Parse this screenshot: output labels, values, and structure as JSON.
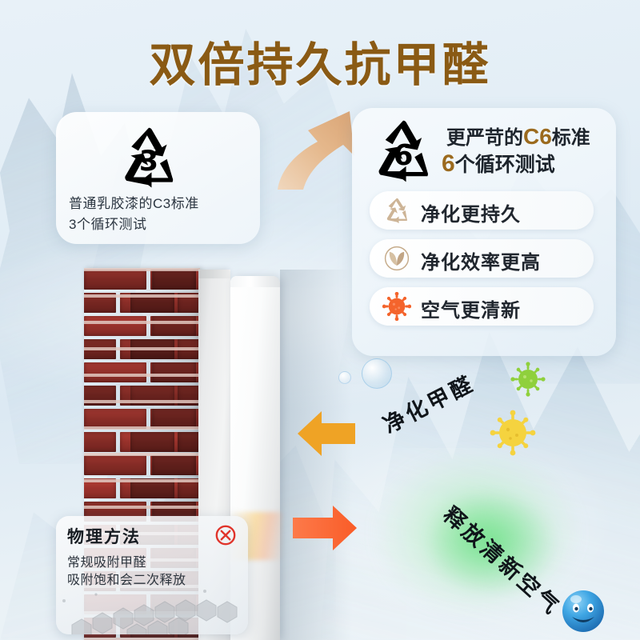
{
  "page": {
    "title": "双倍持久抗甲醛",
    "title_color": "#8a5a14",
    "background_style": "ink-wash-mountain-light-blue"
  },
  "left_card": {
    "icon": "recycle-3-icon",
    "line1": "普通乳胶漆的C3标准",
    "line2": "3个循环测试",
    "badge_number": "3"
  },
  "right_card": {
    "icon": "recycle-6-icon",
    "badge_number": "6",
    "heading_line1_prefix": "更严苛的",
    "heading_line1_accent": "C6",
    "heading_line1_suffix": "标准",
    "heading_line2_accent": "6",
    "heading_line2_suffix": "个循环测试",
    "accent_color": "#9b6a1e",
    "features": [
      {
        "icon": "recycle-icon",
        "label": "净化更持久",
        "icon_color": "#cbb294"
      },
      {
        "icon": "leaf-check-circle-icon",
        "label": "净化效率更高",
        "icon_color": "#c6ab8a"
      },
      {
        "icon": "virus-icon",
        "label": "空气更清新",
        "icon_color": "#f4642c"
      }
    ]
  },
  "bottom_card": {
    "title": "物理方法",
    "line1": "常规吸附甲醛",
    "line2": "吸附饱和会二次释放",
    "mark": "x-circle-icon",
    "mark_color": "#e0342b"
  },
  "annotations": {
    "purify": "净化甲醛",
    "release": "释放清新空气"
  },
  "arrows": [
    {
      "name": "upward-curved-arrow",
      "color": "#e2b488",
      "direction": "up-right"
    },
    {
      "name": "left-arrow",
      "color": "#efa325",
      "direction": "left"
    },
    {
      "name": "right-arrow",
      "color": "#fb6a3c",
      "direction": "right"
    }
  ],
  "scene": {
    "brick_wall": "red-brick-wall",
    "painted_wall": "white-painted-wall-panel",
    "particles": [
      {
        "name": "green-virus",
        "color": "#8fd03c"
      },
      {
        "name": "yellow-virus",
        "color": "#f5d33f"
      },
      {
        "name": "blue-smiley-droplet",
        "color": "#3aa0e0"
      },
      {
        "name": "soap-bubble",
        "color": "#9ec8e6"
      }
    ]
  }
}
